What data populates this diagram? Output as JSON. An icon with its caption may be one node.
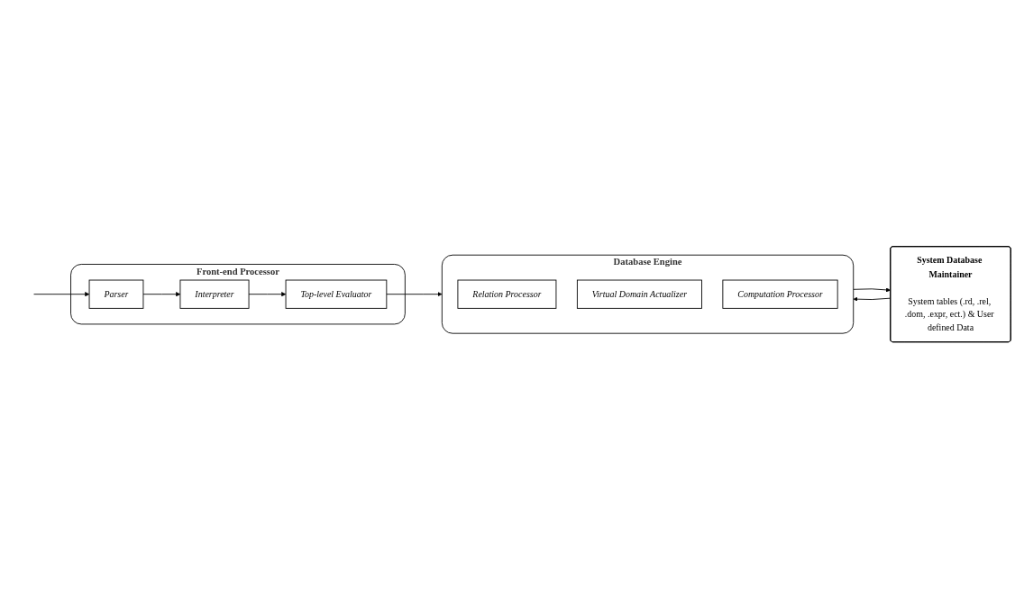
{
  "diagram": {
    "nodes": [
      {
        "text": [
          "Front-end Processor"
        ]
      },
      {
        "text": [
          "Parser"
        ],
        "in": 0
      },
      {
        "text": [
          "Interpreter"
        ],
        "in": 0
      },
      {
        "text": [
          "Top-level Evaluator"
        ],
        "in": 0
      },
      {
        "text": [
          "Database Engine"
        ]
      },
      {
        "text": [
          "Relation Processor"
        ],
        "in": 4
      },
      {
        "text": [
          "Virtual Domain Actualizer"
        ],
        "in": 4
      },
      {
        "text": [
          "Computation Processor"
        ],
        "in": 4
      },
      {
        "text": [
          "System Database Maintainer",
          "System tables (.rd, .rel, .dom, .expr, ect.) & User defined Data"
        ]
      }
    ],
    "edges": [
      {
        "from": null,
        "to": 1,
        "arrow": "to"
      },
      {
        "from": 1,
        "to": 2,
        "arrow": "to"
      },
      {
        "from": 2,
        "to": 3,
        "arrow": "to"
      },
      {
        "from": 3,
        "to": 4,
        "arrow": "to"
      },
      {
        "from": 4,
        "to": 8,
        "arrow": "to"
      },
      {
        "from": 8,
        "to": 4,
        "arrow": "to"
      }
    ]
  }
}
